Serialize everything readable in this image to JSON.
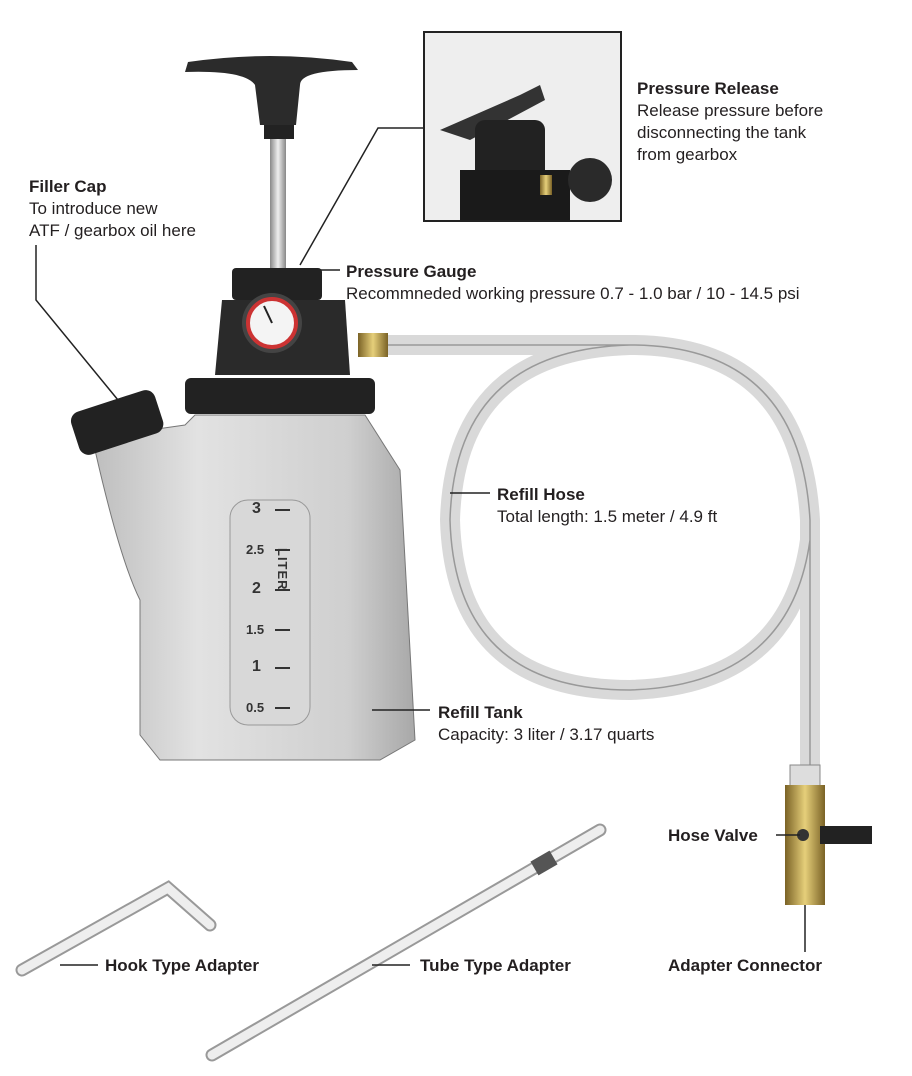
{
  "labels": {
    "pressure_release": {
      "title": "Pressure Release",
      "lines": [
        "Release pressure before",
        "disconnecting the tank",
        "from gearbox"
      ]
    },
    "filler_cap": {
      "title": "Filler Cap",
      "lines": [
        "To introduce new",
        "ATF / gearbox oil here"
      ]
    },
    "pressure_gauge": {
      "title": "Pressure Gauge",
      "lines": [
        "Recommneded working pressure 0.7 - 1.0 bar / 10 - 14.5 psi"
      ]
    },
    "refill_hose": {
      "title": "Refill Hose",
      "lines": [
        "Total length: 1.5 meter / 4.9 ft"
      ]
    },
    "refill_tank": {
      "title": "Refill Tank",
      "lines": [
        "Capacity: 3 liter / 3.17 quarts"
      ]
    },
    "hose_valve": {
      "title": "Hose Valve"
    },
    "hook_adapter": {
      "title": "Hook Type Adapter"
    },
    "tube_adapter": {
      "title": "Tube Type Adapter"
    },
    "adapter_connector": {
      "title": "Adapter Connector"
    }
  },
  "tank_scale": {
    "unit": "LITER",
    "marks": [
      "3",
      "2.5",
      "2",
      "1.5",
      "1",
      "0.5"
    ]
  }
}
